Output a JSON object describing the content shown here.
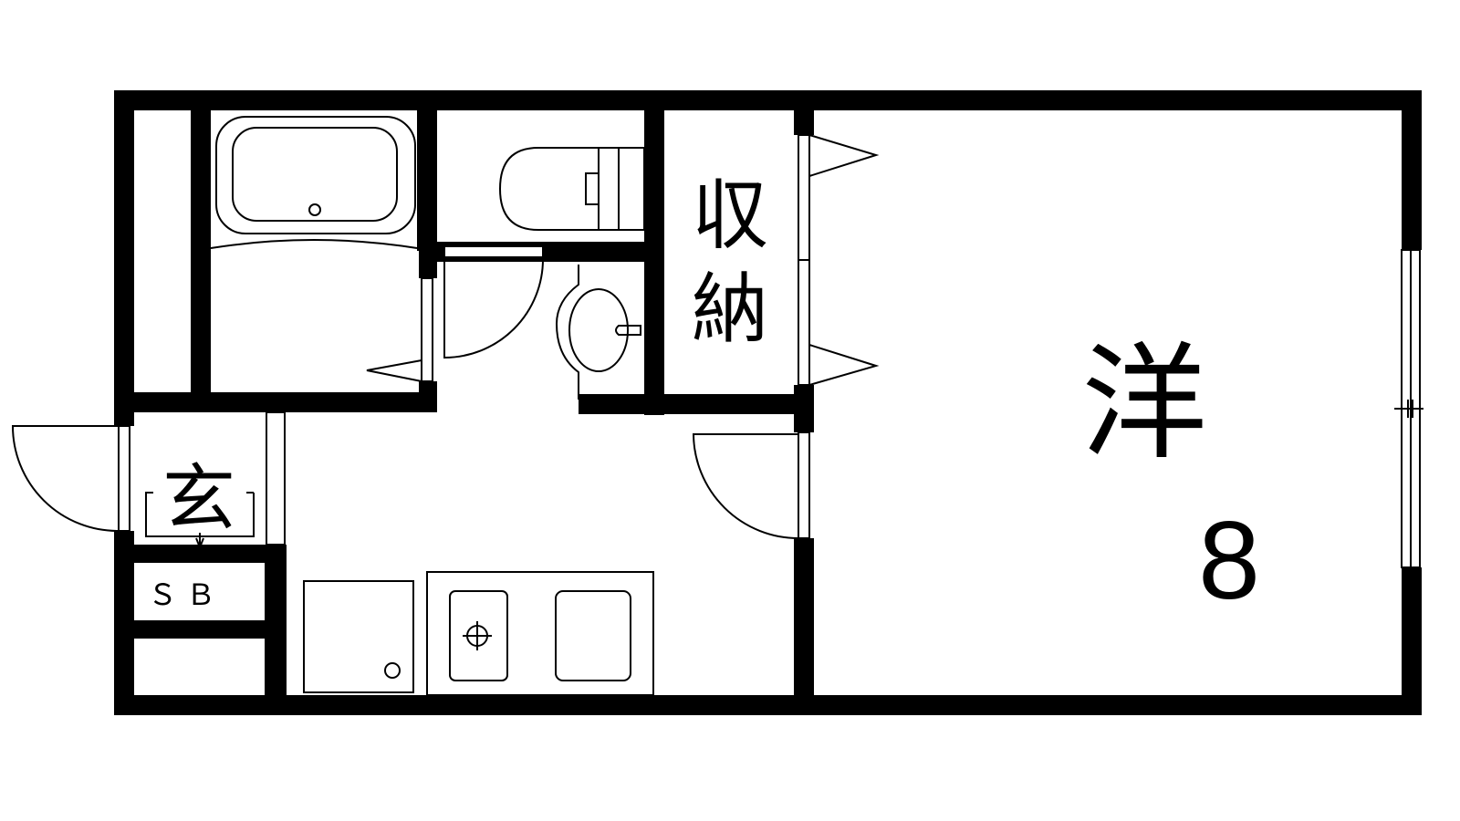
{
  "rooms": {
    "western_room": {
      "label": "洋",
      "size_jo": "8"
    },
    "storage": {
      "label_top": "収",
      "label_bottom": "納"
    },
    "entrance": {
      "label": "玄"
    },
    "shoe_box": {
      "label": "ＳＢ"
    }
  },
  "colors": {
    "wall": "#000000",
    "background": "#ffffff"
  }
}
